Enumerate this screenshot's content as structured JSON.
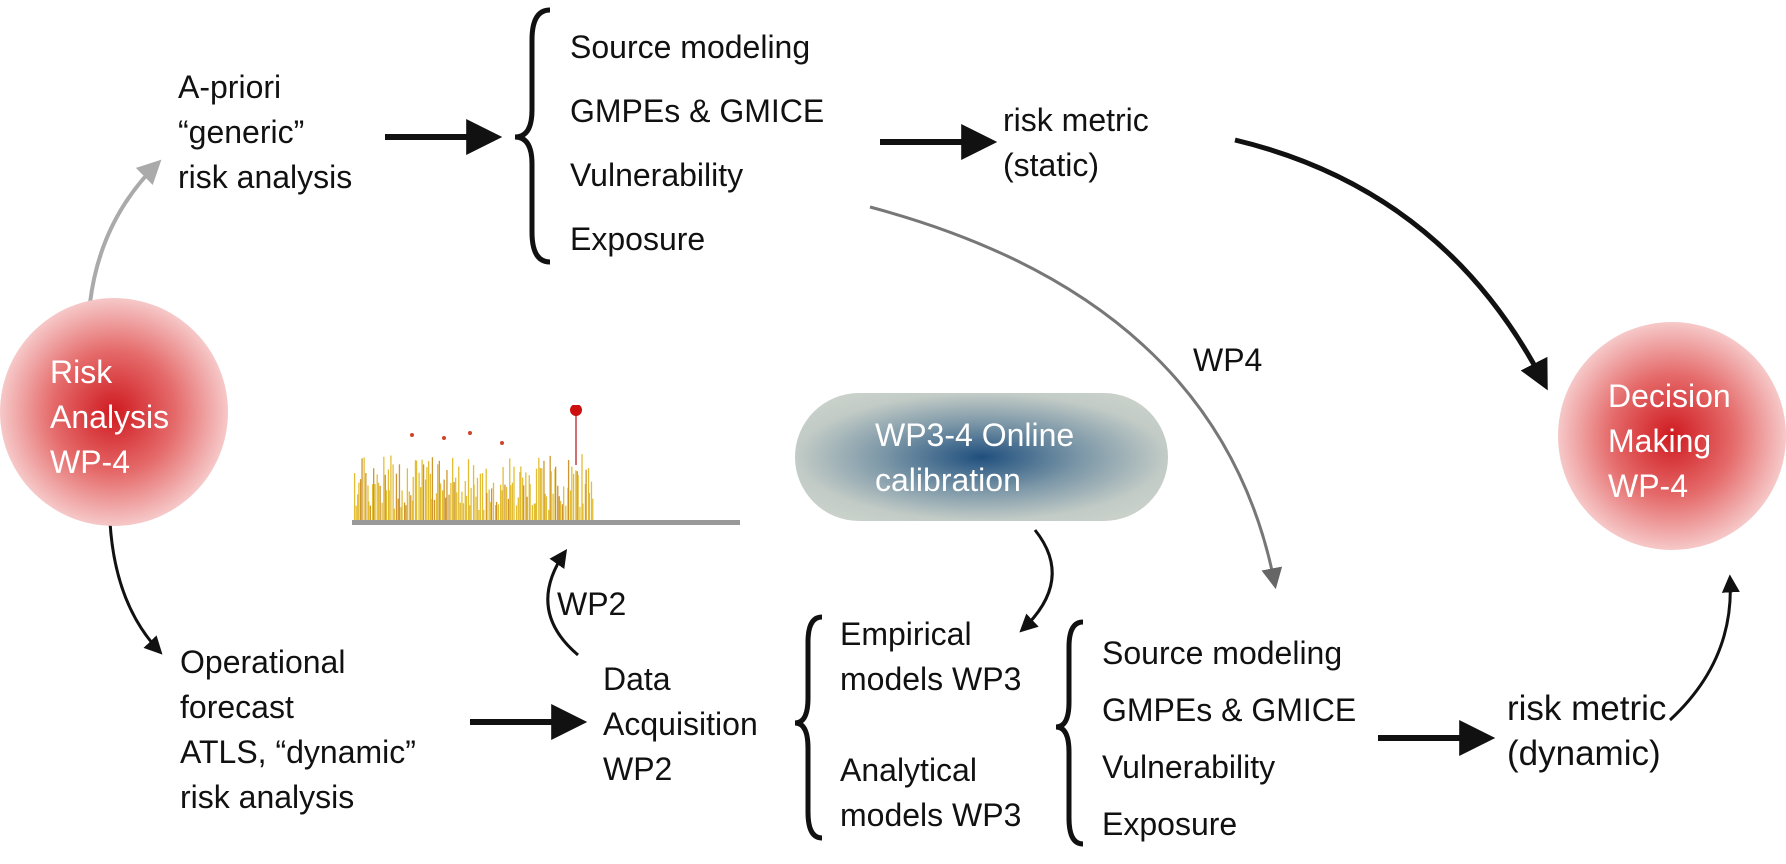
{
  "nodes": {
    "risk_analysis": {
      "lines": [
        "Risk",
        "Analysis",
        "WP-4"
      ]
    },
    "decision_making": {
      "lines": [
        "Decision",
        "Making",
        "WP-4"
      ]
    },
    "apriori": {
      "lines": [
        "A-priori",
        "“generic”",
        "risk analysis"
      ]
    },
    "operational": {
      "lines": [
        "Operational",
        "forecast",
        "ATLS, “dynamic”",
        "risk analysis"
      ]
    },
    "data_acquisition": {
      "lines": [
        "Data",
        "Acquisition",
        "WP2"
      ]
    },
    "online_calibration": {
      "lines": [
        "WP3-4 Online",
        "calibration"
      ]
    },
    "risk_metric_static": {
      "lines": [
        "risk metric",
        "(static)"
      ]
    },
    "risk_metric_dynamic": {
      "lines": [
        "risk metric",
        "(dynamic)"
      ]
    },
    "empirical_models": {
      "lines": [
        "Empirical",
        "models WP3"
      ]
    },
    "analytical_models": {
      "lines": [
        "Analytical",
        "models  WP3"
      ]
    }
  },
  "components_top": [
    "Source modeling",
    "GMPEs & GMICE",
    "Vulnerability",
    "Exposure"
  ],
  "components_bottom": [
    "Source modeling",
    "GMPEs & GMICE",
    "Vulnerability",
    "Exposure"
  ],
  "edge_labels": {
    "wp4": "WP4",
    "wp2": "WP2"
  },
  "colors": {
    "circle_core": "#cf1a20",
    "pill_core": "#1f4f7e",
    "arrow_dark": "#111111",
    "arrow_gray": "#aaaaaa",
    "spark_bar": "#e0b820",
    "spark_marker": "#cc1010"
  }
}
